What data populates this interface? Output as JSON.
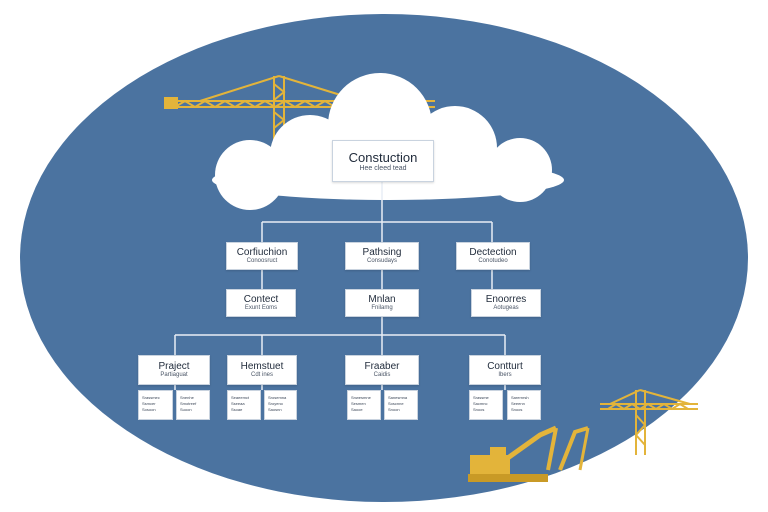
{
  "colors": {
    "ellipse": "#4b73a0",
    "crane": "#e3b43a",
    "line": "#e9eef5",
    "cloud": "#ffffff"
  },
  "root": {
    "title": "Constuction",
    "subtitle": "Hee cleed tead"
  },
  "level1": [
    {
      "title": "Corfiuchion",
      "subtitle": "Conoosruct"
    },
    {
      "title": "Pathsing",
      "subtitle": "Consudays"
    },
    {
      "title": "Dectection",
      "subtitle": "Conotudeo"
    }
  ],
  "level2": [
    {
      "title": "Contect",
      "subtitle": "Exunt Eoms"
    },
    {
      "title": "Mnlan",
      "subtitle": "Fnilamg"
    },
    {
      "title": "Enoorres",
      "subtitle": "Aotugeas"
    }
  ],
  "level3": [
    {
      "title": "Praject",
      "subtitle": "Partiaguat"
    },
    {
      "title": "Hemstuet",
      "subtitle": "Cdt ines"
    },
    {
      "title": "Fraaber",
      "subtitle": "Caidis"
    },
    {
      "title": "Contturt",
      "subtitle": "Ibers"
    }
  ],
  "level4_text": [
    [
      "Srassmec",
      "Ssmcer",
      "Sosoon"
    ],
    [
      "Snenhe",
      "Smotreef",
      "Suoon"
    ],
    [
      "Seaeemct",
      "Sseeaa",
      "Ssoae"
    ],
    [
      "Srosemna",
      "Sroyeno",
      "Saosnn"
    ],
    [
      "Snwesmne",
      "Sesmen",
      "Saooe"
    ],
    [
      "Sanesmna",
      "Soscnne",
      "Snoon"
    ],
    [
      "Srassme",
      "Sacmnc",
      "Snoos"
    ],
    [
      "Sarernrsh",
      "Seeenn",
      "Snoos"
    ]
  ]
}
